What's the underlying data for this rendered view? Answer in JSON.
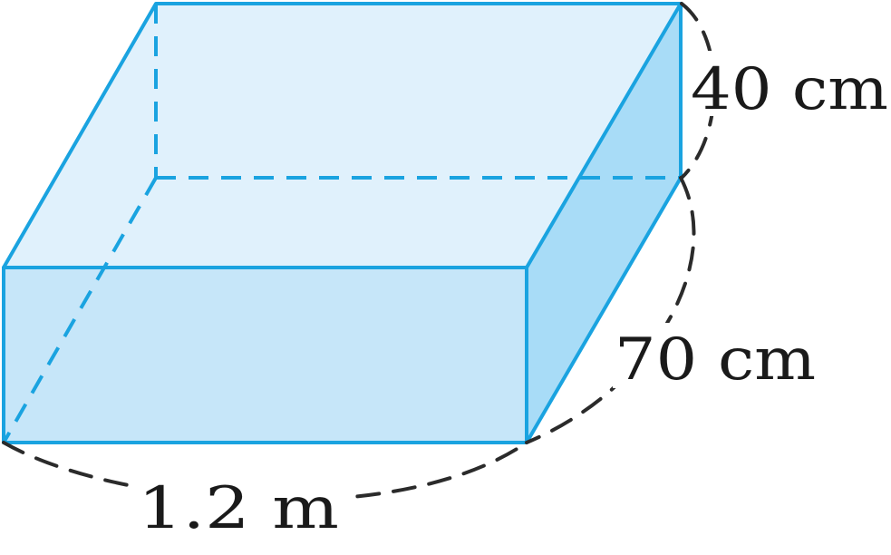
{
  "diagram": {
    "dimensions": {
      "height_label": "40 cm",
      "depth_label": "70 cm",
      "width_label": "1.2 m"
    },
    "colors": {
      "edge": "#1aa3e0",
      "top_face": "#e0f1fc",
      "front_face": "#c6e6f9",
      "side_face": "#a8dcf7",
      "dimension_arc": "#2b2b2b",
      "label_text": "#1a1a1a"
    }
  }
}
